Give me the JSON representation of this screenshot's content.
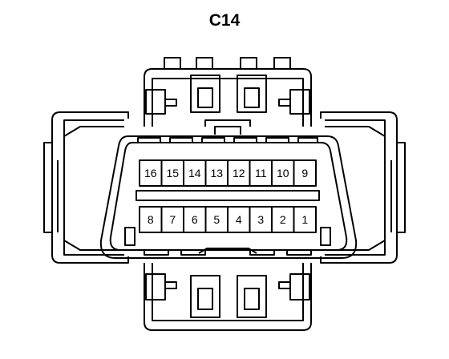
{
  "connector": {
    "title": "C14",
    "top_row_pins": [
      "16",
      "15",
      "14",
      "13",
      "12",
      "11",
      "10",
      "9"
    ],
    "bottom_row_pins": [
      "8",
      "7",
      "6",
      "5",
      "4",
      "3",
      "2",
      "1"
    ]
  },
  "colors": {
    "stroke": "#000000",
    "background": "#ffffff"
  }
}
